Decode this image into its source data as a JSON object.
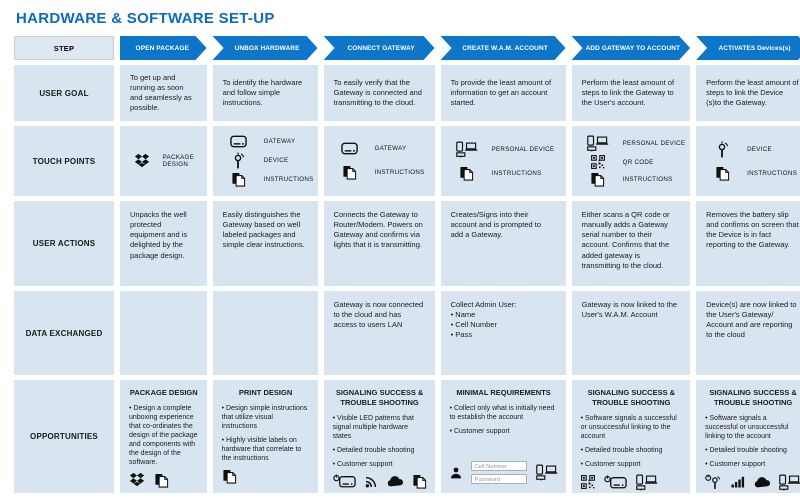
{
  "title": "HARDWARE & SOFTWARE SET-UP",
  "colors": {
    "title_blue": "#0b6ac4",
    "arrow_blue": "#0e76c8",
    "cell_bg": "#d8e5f1",
    "icon_ink": "#111111"
  },
  "header": {
    "label": "STEP",
    "steps": [
      "OPEN PACKAGE",
      "UNBOX HARDWARE",
      "CONNECT GATEWAY",
      "CREATE W.A.M. ACCOUNT",
      "ADD GATEWAY TO ACCOUNT",
      "ACTIVATES Devices(s)"
    ]
  },
  "rows": {
    "user_goal": {
      "label": "USER GOAL",
      "cells": [
        "To get up and running as soon and seamlessly as possible.",
        "To identify the hardware and follow simple instructions.",
        "To easily verify that the Gateway is connected and transmitting to the cloud.",
        "To provide the least amount of information to get an account started.",
        "Perform the least amount of steps to link the Gateway to the User's account.",
        "Perform the least amount of steps to link the Device (s)to the Gateway."
      ]
    },
    "touch_points": {
      "label": "TOUCH POINTS",
      "cells": [
        [
          {
            "icon": "package-icon",
            "label": "PACKAGE DESIGN"
          }
        ],
        [
          {
            "icon": "gateway-icon",
            "label": "GATEWAY"
          },
          {
            "icon": "device-icon",
            "label": "DEVICE"
          },
          {
            "icon": "instructions-icon",
            "label": "INSTRUCTIONS"
          }
        ],
        [
          {
            "icon": "gateway-icon",
            "label": "GATEWAY"
          },
          {
            "icon": "instructions-icon",
            "label": "INSTRUCTIONS"
          }
        ],
        [
          {
            "icon": "personal-device-icon",
            "label": "PERSONAL DEVICE"
          },
          {
            "icon": "instructions-icon",
            "label": "INSTRUCTIONS"
          }
        ],
        [
          {
            "icon": "personal-device-icon",
            "label": "PERSONAL DEVICE"
          },
          {
            "icon": "qr-code-icon",
            "label": "QR CODE"
          },
          {
            "icon": "instructions-icon",
            "label": "INSTRUCTIONS"
          }
        ],
        [
          {
            "icon": "device-icon",
            "label": "DEVICE"
          },
          {
            "icon": "instructions-icon",
            "label": "INSTRUCTIONS"
          }
        ]
      ]
    },
    "user_actions": {
      "label": "USER ACTIONS",
      "cells": [
        "Unpacks the well protected equipment and is delighted by the package design.",
        "Easily distinguishes the Gateway based on well labeled packages and simple clear instructions.",
        "Connects the Gateway to Router/Modem. Powers on Gateway and confirms via lights that it is transmitting.",
        "Creates/Signs into their account and is prompted to add a Gateway.",
        "Either scans a QR code or manually adds a Gateway serial number to their account. Confirms that the added gateway is transmitting to the cloud.",
        "Removes the battery slip and confirms on screen that the Device is in fact reporting to the Gateway."
      ]
    },
    "data_exchanged": {
      "label": "DATA EXCHANGED",
      "cells": [
        "",
        "",
        "Gateway is now connected to the cloud and has access to users LAN",
        "Collect Admin User:\n• Name\n• Cell Number\n• Pass",
        "Gateway is now linked to the User's W.A.M. Account",
        "Device(s) are now linked to the User's Gateway/ Account and are reporting to the cloud"
      ]
    },
    "opportunities": {
      "label": "OPPORTUNITIES",
      "cells": [
        {
          "title": "PACKAGE DESIGN",
          "bullets": [
            "• Design a complete unboxing experience that co-ordinates the design of the package and components with the design of the software."
          ],
          "footer_icons": [
            "package-icon",
            "instructions-icon"
          ],
          "footer_icons_right": [],
          "form_fields": []
        },
        {
          "title": "PRINT DESIGN",
          "bullets": [
            "• Design simple instructions that utilize visual instructions",
            "• Highly visible labels on hardware that correlate to the instructions"
          ],
          "footer_icons": [
            "instructions-icon"
          ],
          "footer_icons_right": [],
          "form_fields": []
        },
        {
          "title": "SIGNALING SUCCESS & TROUBLE SHOOTING",
          "bullets": [
            "• Visible LED patterns that signal multiple hardware states",
            "• Detailed trouble shooting",
            "• Customer support"
          ],
          "footer_icons": [
            "gateway-power-icon",
            "wifi-icon",
            "cloud-icon"
          ],
          "footer_icons_right": [
            "instructions-icon"
          ],
          "form_fields": []
        },
        {
          "title": "MINIMAL REQUIREMENTS",
          "bullets": [
            "• Collect only what is initially need to establish the account",
            "• Customer support"
          ],
          "footer_icons": [
            "person-icon"
          ],
          "footer_icons_right": [
            "personal-device-icon"
          ],
          "form_fields": [
            "Cell Number",
            "Password"
          ]
        },
        {
          "title": "SIGNALING SUCCESS & TROUBLE SHOOTING",
          "bullets": [
            "• Software signals a successful or unsuccessful linking to the account",
            "• Detailed trouble shooting",
            "• Customer support"
          ],
          "footer_icons": [
            "qr-code-icon",
            "gateway-power-icon",
            "personal-device-icon"
          ],
          "footer_icons_right": [],
          "form_fields": []
        },
        {
          "title": "SIGNALING SUCCESS & TROUBLE SHOOTING",
          "bullets": [
            "• Software signals a successful or unsuccessful linking to the account",
            "• Detailed trouble shooting",
            "• Customer support"
          ],
          "footer_icons": [
            "device-power-icon",
            "signal-bars-icon",
            "cloud-icon",
            "personal-device-icon"
          ],
          "footer_icons_right": [],
          "form_fields": []
        }
      ]
    }
  }
}
